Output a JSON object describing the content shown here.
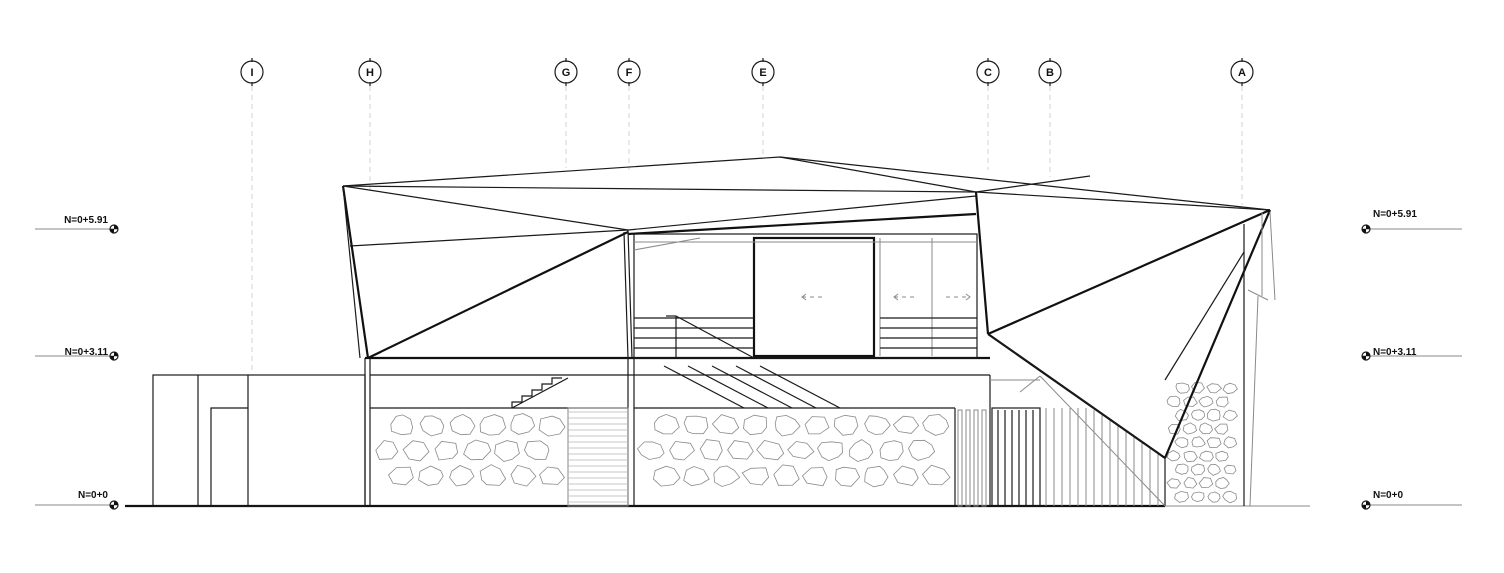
{
  "grid_axes": [
    {
      "label": "I"
    },
    {
      "label": "H"
    },
    {
      "label": "G"
    },
    {
      "label": "F"
    },
    {
      "label": "E"
    },
    {
      "label": "C"
    },
    {
      "label": "B"
    },
    {
      "label": "A"
    }
  ],
  "levels": {
    "top": "N=0+5.91",
    "middle": "N=0+3.11",
    "ground": "N=0+0"
  },
  "colors": {
    "line": "#1a1a1a",
    "secondary": "#8a8a8a",
    "guide": "#c8c8c8"
  }
}
